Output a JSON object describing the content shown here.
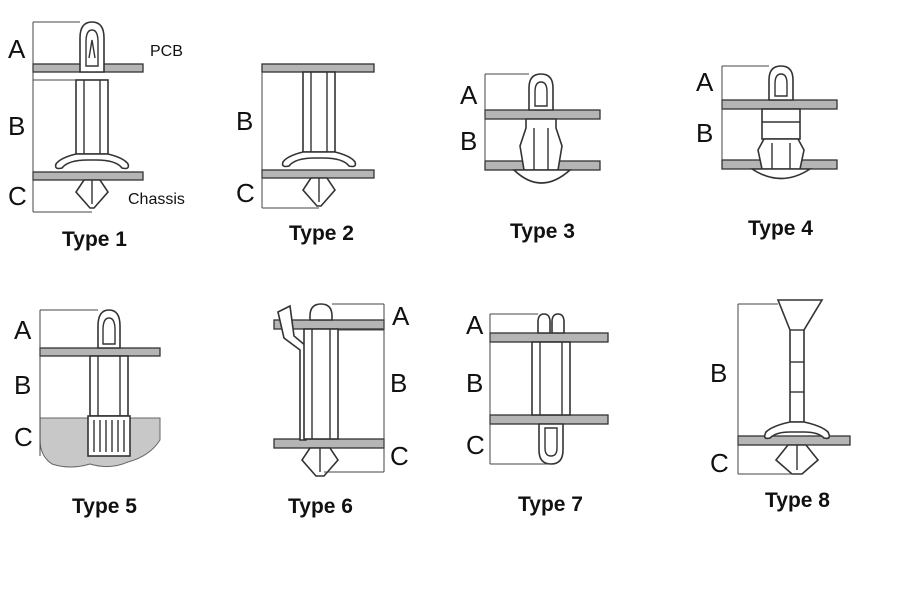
{
  "diagram": {
    "panels": [
      {
        "type_label": "Type 1",
        "dims": [
          "A",
          "B",
          "C"
        ],
        "annotations": [
          "PCB",
          "Chassis"
        ]
      },
      {
        "type_label": "Type 2",
        "dims": [
          "B",
          "C"
        ]
      },
      {
        "type_label": "Type 3",
        "dims": [
          "A",
          "B"
        ]
      },
      {
        "type_label": "Type 4",
        "dims": [
          "A",
          "B"
        ]
      },
      {
        "type_label": "Type 5",
        "dims": [
          "A",
          "B",
          "C"
        ]
      },
      {
        "type_label": "Type 6",
        "dims": [
          "A",
          "B",
          "C"
        ]
      },
      {
        "type_label": "Type 7",
        "dims": [
          "A",
          "B",
          "C"
        ]
      },
      {
        "type_label": "Type 8",
        "dims": [
          "B",
          "C"
        ]
      }
    ]
  },
  "colors": {
    "line": "#333333",
    "board": "#9a9a9a",
    "fill": "#ffffff",
    "chassis_fill": "#c8c8c8"
  }
}
